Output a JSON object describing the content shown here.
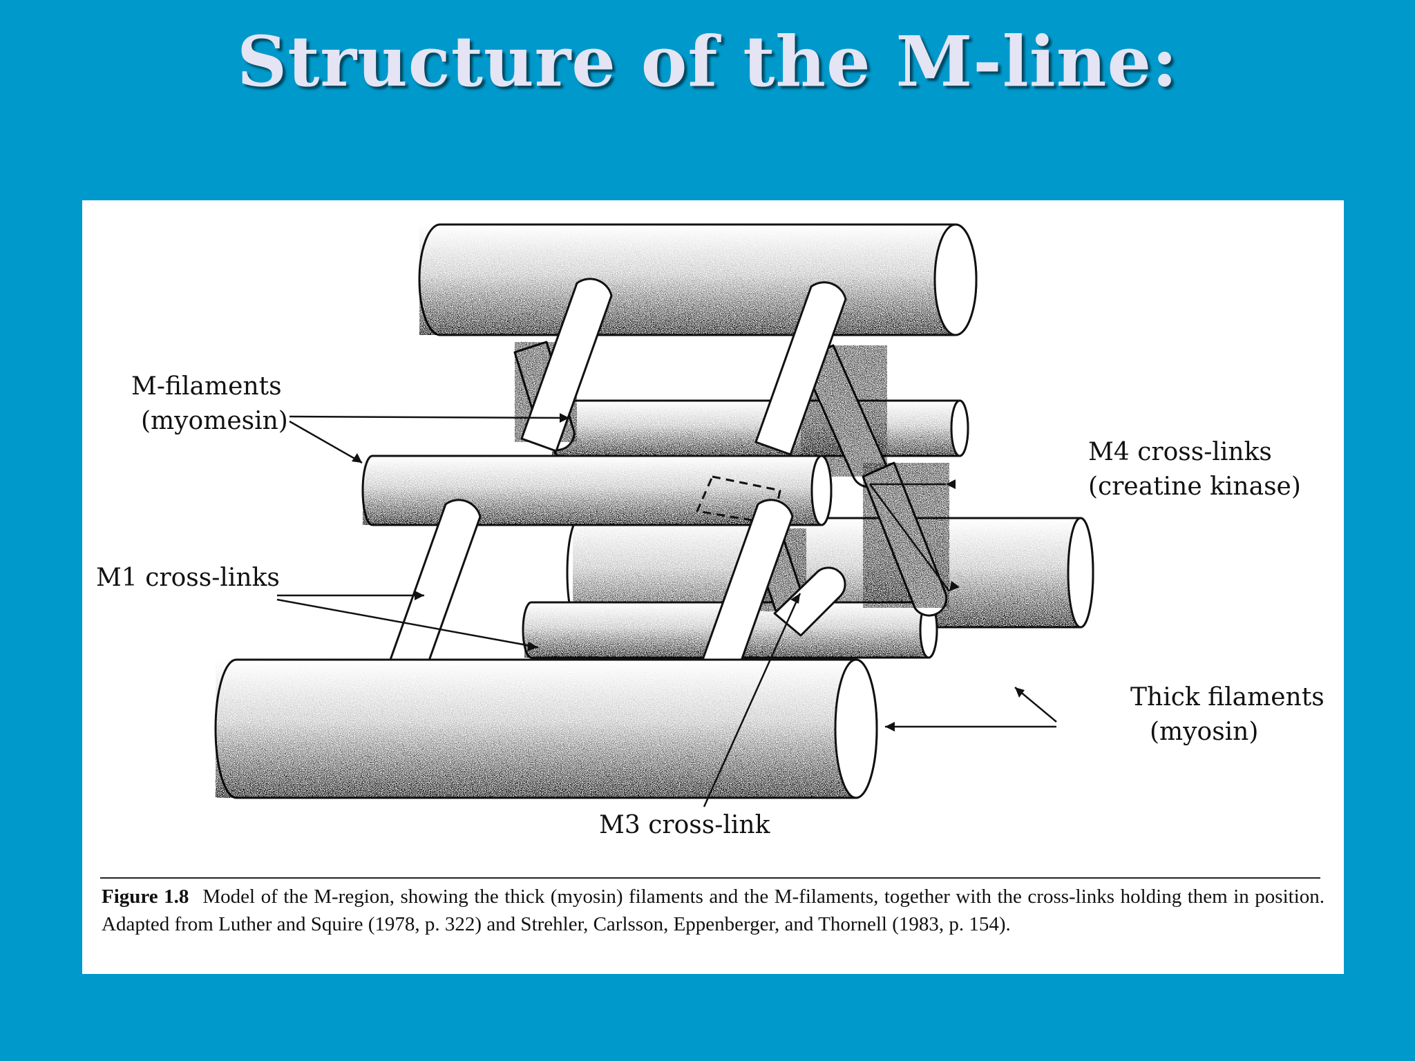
{
  "slide": {
    "title": "Structure of the M-line:"
  },
  "diagram": {
    "labels": {
      "m_filaments_line1": "M-filaments",
      "m_filaments_line2": "(myomesin)",
      "m1_cross_links": "M1 cross-links",
      "m4_cross_links_line1": "M4 cross-links",
      "m4_cross_links_line2": "(creatine kinase)",
      "thick_filaments_line1": "Thick filaments",
      "thick_filaments_line2": "(myosin)",
      "m3_cross_link": "M3 cross-link"
    },
    "caption": {
      "figure_number": "Figure 1.8",
      "text": "Model of the M-region, showing the thick (myosin) filaments and the M-filaments, together with the cross-links holding them in position. Adapted from Luther and Squire (1978, p. 322) and Strehler, Carlsson, Eppenberger, and Thornell (1983, p. 154)."
    }
  }
}
